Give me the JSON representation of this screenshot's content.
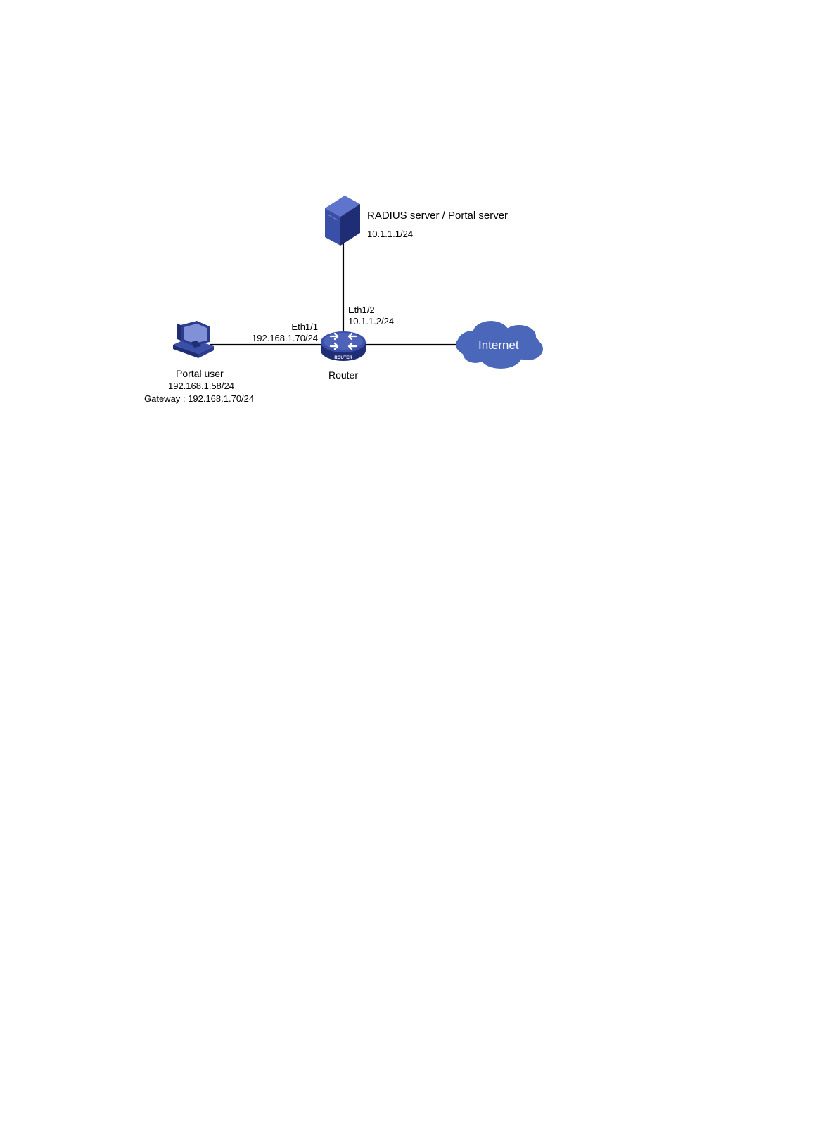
{
  "diagram": {
    "server": {
      "name": "RADIUS server / Portal server",
      "ip": "10.1.1.1/24",
      "icon": "server-icon"
    },
    "router": {
      "name": "Router",
      "badge": "ROUTER",
      "icon": "router-icon",
      "ports": {
        "eth1_1": {
          "name": "Eth1/1",
          "ip": "192.168.1.70/24"
        },
        "eth1_2": {
          "name": "Eth1/2",
          "ip": "10.1.1.2/24"
        }
      }
    },
    "user": {
      "name": "Portal user",
      "ip": "192.168.1.58/24",
      "gateway": "Gateway : 192.168.1.70/24",
      "icon": "pc-icon"
    },
    "internet": {
      "name": "Internet",
      "icon": "cloud-icon"
    },
    "colors": {
      "device": "#3a4fa8",
      "device_dark": "#1f2d75",
      "device_light": "#7f8fd6",
      "cloud": "#4a67ba",
      "link": "#000000"
    }
  }
}
